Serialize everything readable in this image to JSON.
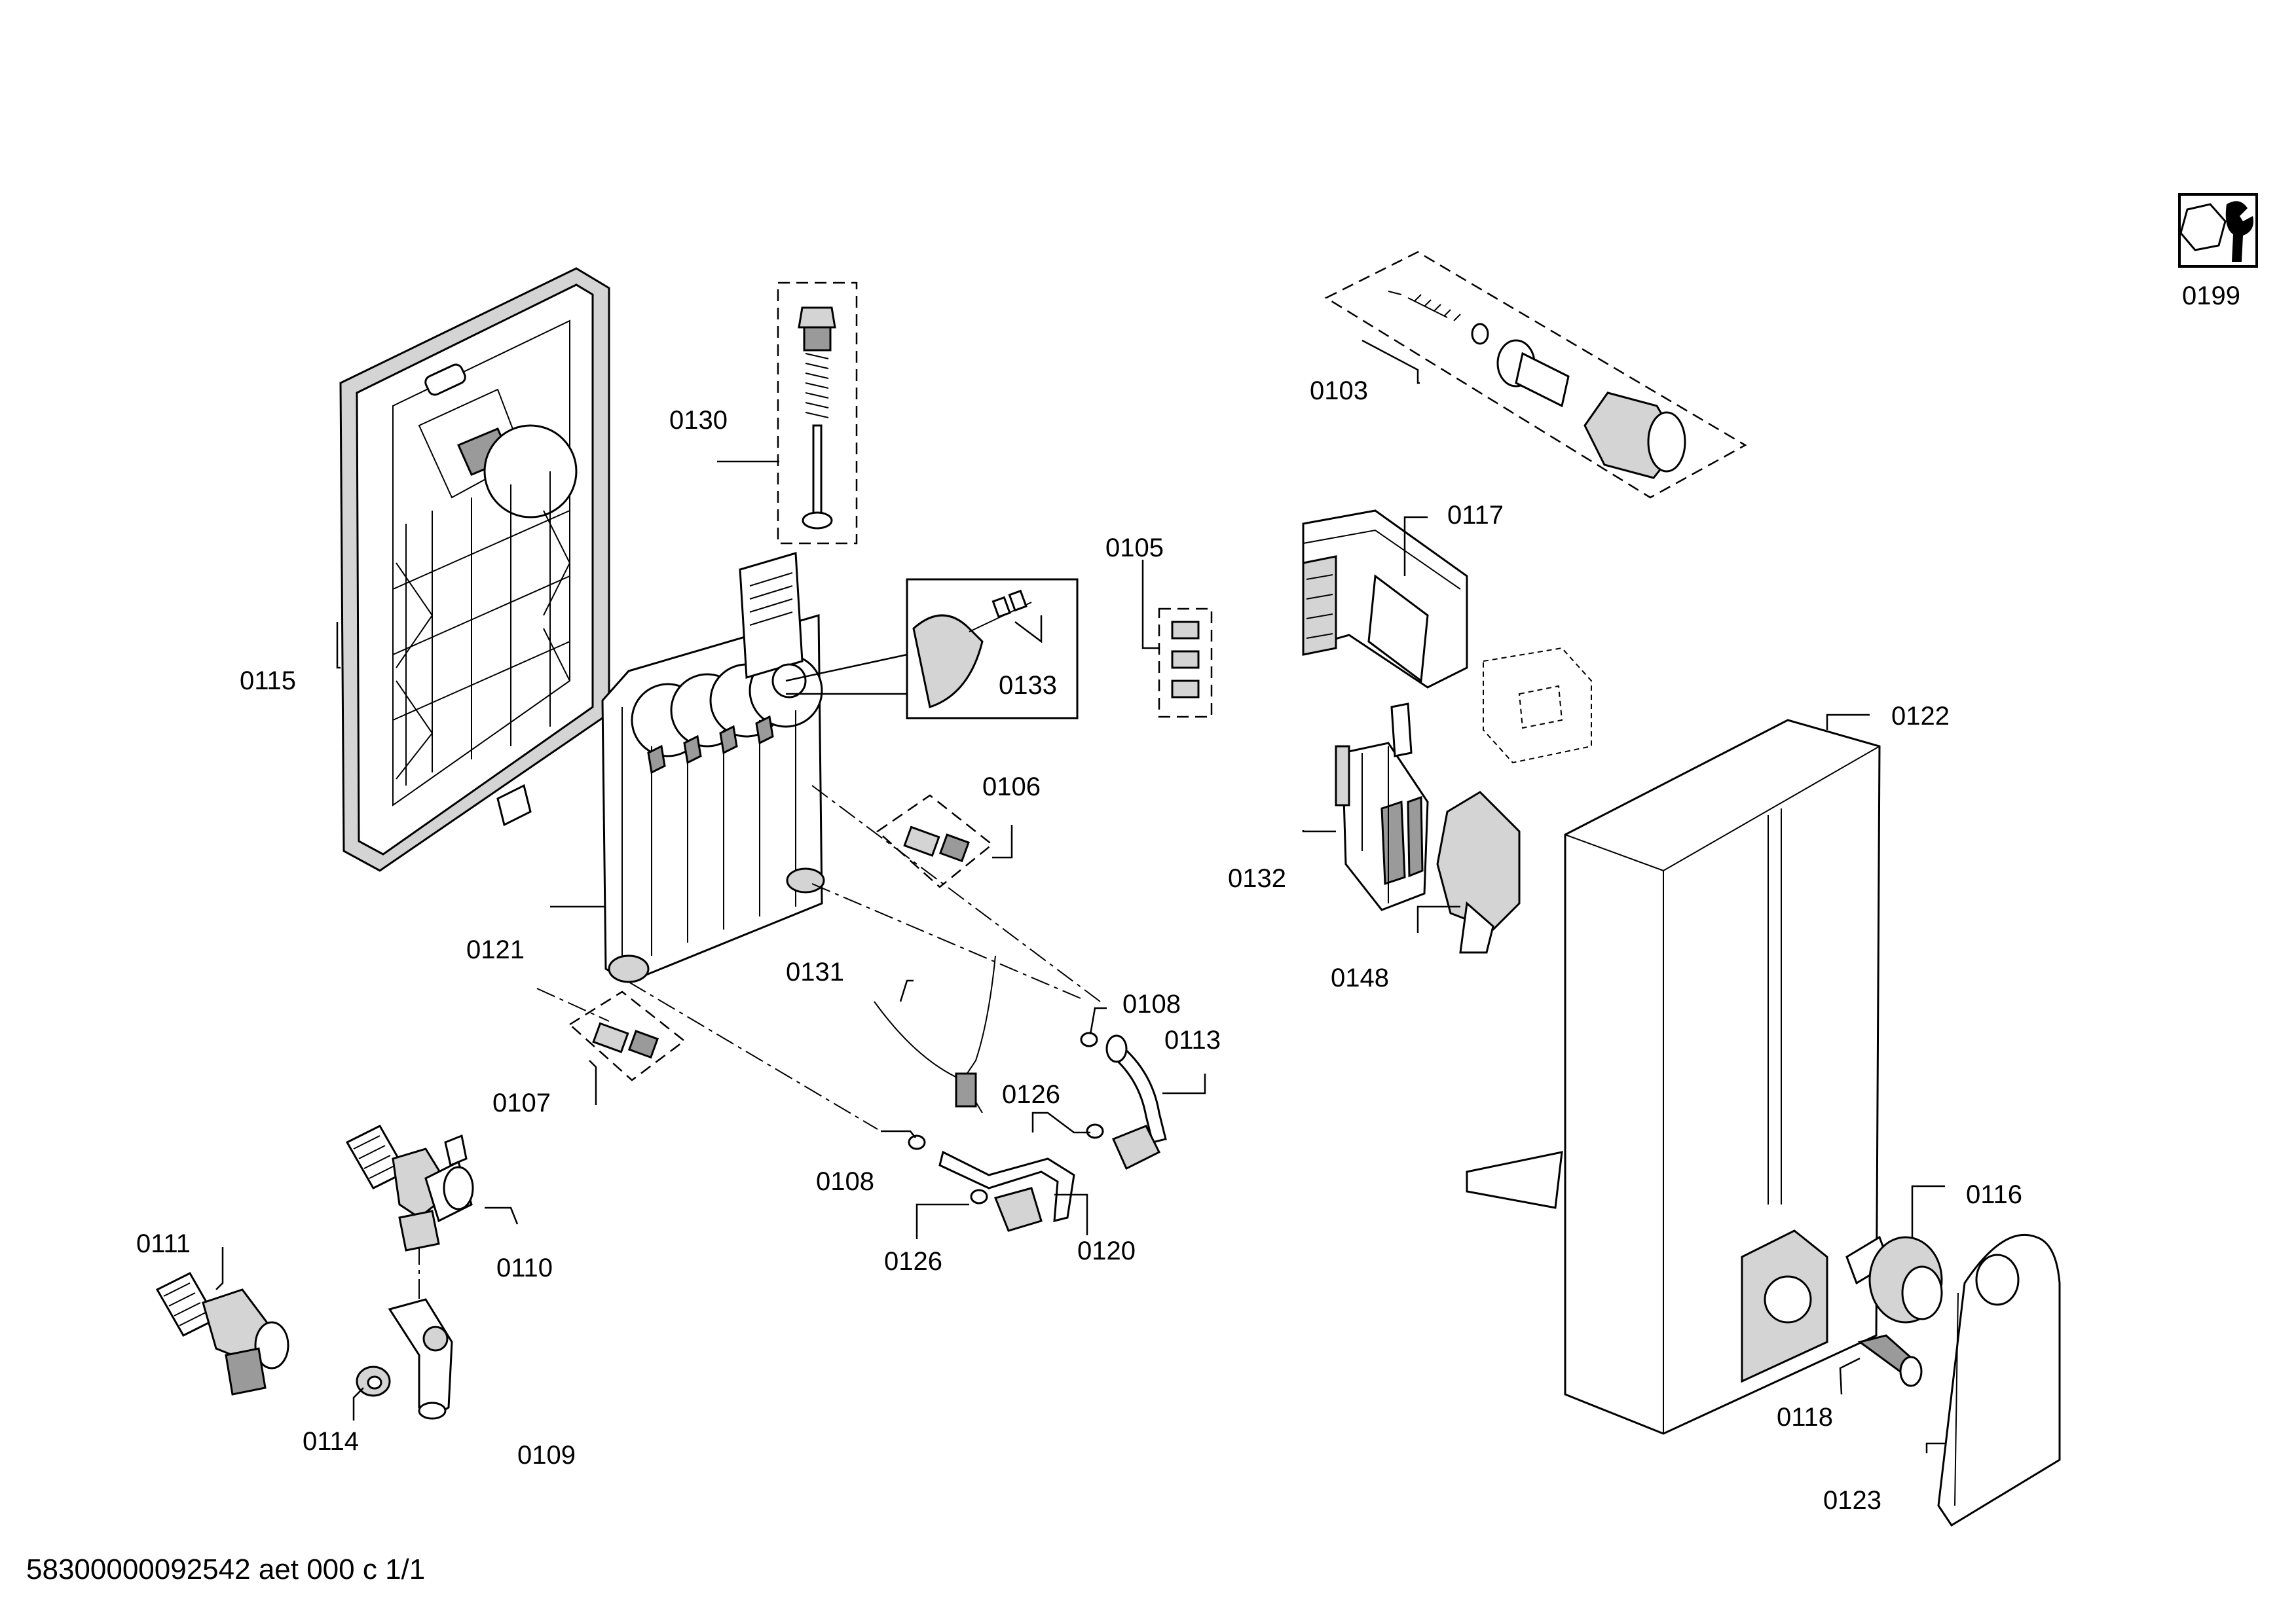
{
  "labels": {
    "p0103": "0103",
    "p0105": "0105",
    "p0106": "0106",
    "p0107": "0107",
    "p0108a": "0108",
    "p0108b": "0108",
    "p0109": "0109",
    "p0110": "0110",
    "p0111": "0111",
    "p0113": "0113",
    "p0114": "0114",
    "p0115": "0115",
    "p0116": "0116",
    "p0117": "0117",
    "p0118": "0118",
    "p0120": "0120",
    "p0121": "0121",
    "p0122": "0122",
    "p0123": "0123",
    "p0126a": "0126",
    "p0126b": "0126",
    "p0130": "0130",
    "p0131": "0131",
    "p0132": "0132",
    "p0133": "0133",
    "p0148": "0148",
    "p0199": "0199"
  },
  "footer": "58300000092542 aet 000 c 1/1",
  "icons": {
    "service": "wrench-nut-icon"
  }
}
